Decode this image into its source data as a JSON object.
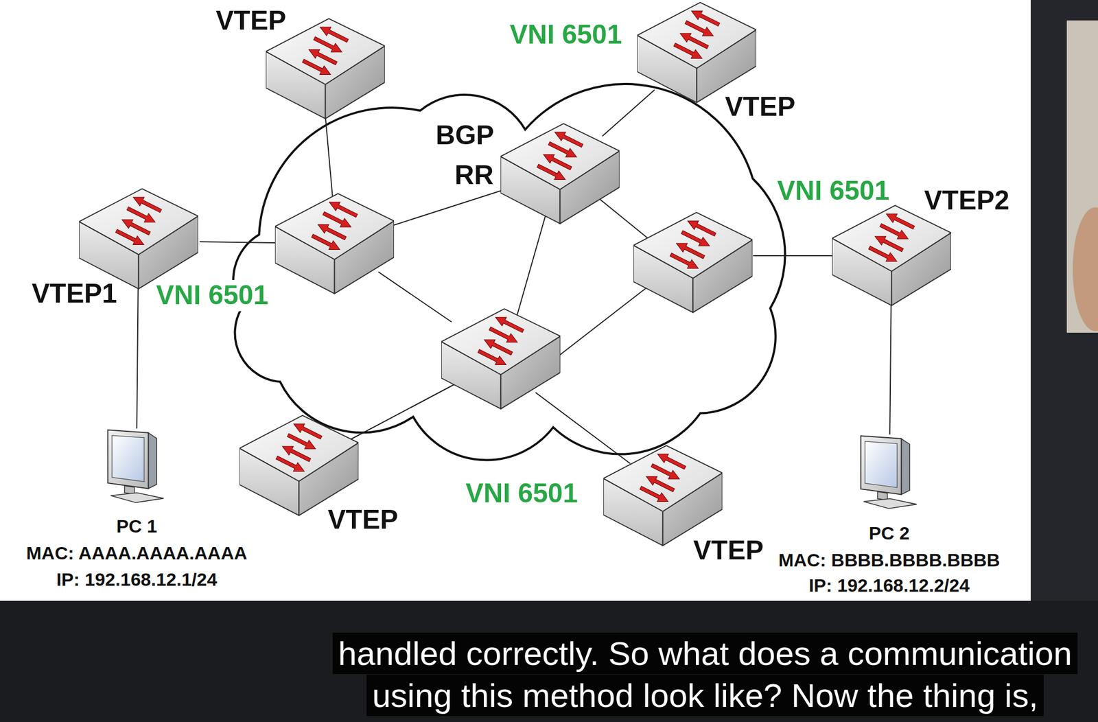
{
  "diagram": {
    "nodes": [
      {
        "text": [
          "VTEP"
        ]
      },
      {
        "text": [
          "VNI 6501",
          "VTEP"
        ]
      },
      {
        "text": [
          "BGP RR"
        ]
      },
      {
        "text": [
          "VTEP1",
          "VNI 6501"
        ]
      },
      {
        "text": [
          "VNI 6501",
          "VTEP2"
        ]
      },
      {
        "text": [
          "VTEP"
        ]
      },
      {
        "text": [
          "VNI 6501",
          "VTEP"
        ]
      },
      {
        "text": [
          "PC 1",
          "MAC: AAAA.AAAA.AAAA",
          "IP: 192.168.12.1/24"
        ]
      },
      {
        "text": [
          "PC 2",
          "MAC: BBBB.BBBB.BBBB",
          "IP: 192.168.12.2/24"
        ]
      }
    ],
    "edges": [
      {
        "from": 2,
        "to": 1,
        "arrow": "none"
      },
      {
        "from": 3,
        "to": 7,
        "arrow": "none"
      },
      {
        "from": 4,
        "to": 8,
        "arrow": "none"
      }
    ],
    "labels": [
      "handled correctly. So what does a communication using this method look like? Now the thing is,"
    ]
  }
}
